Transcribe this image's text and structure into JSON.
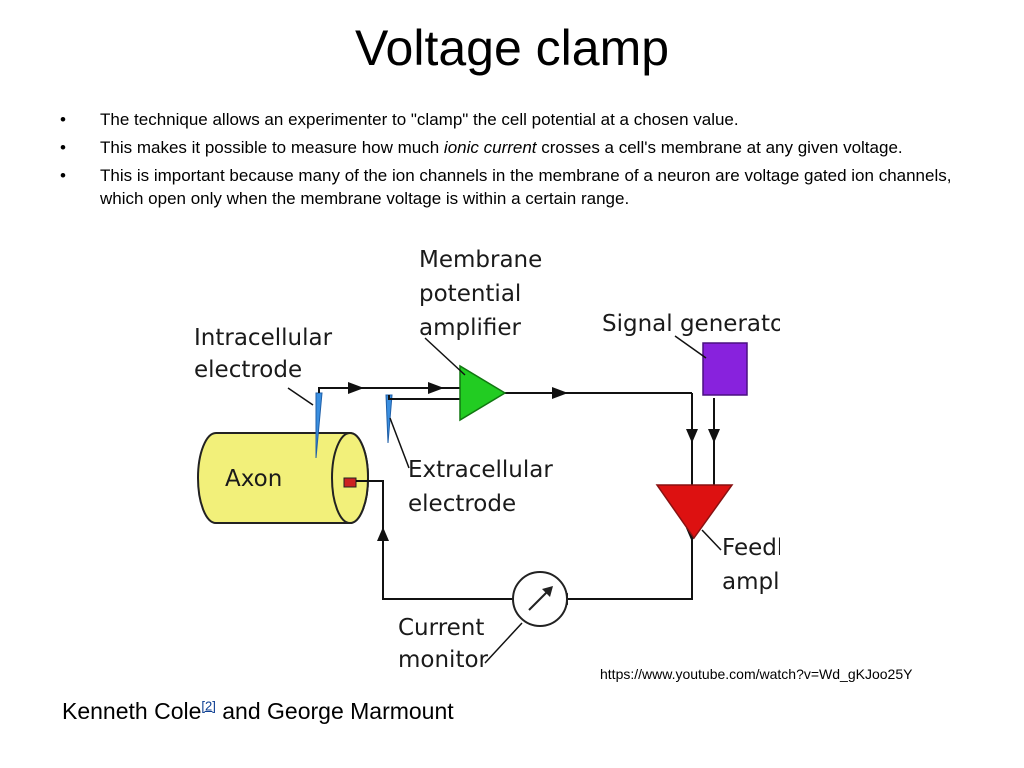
{
  "title": "Voltage clamp",
  "bullets": [
    {
      "pre": "The technique allows an experimenter to \"clamp\" the cell potential at a chosen value.",
      "em": "",
      "post": ""
    },
    {
      "pre": "This makes it possible to measure how much ",
      "em": "ionic current",
      "post": " crosses a cell's membrane at any given voltage."
    },
    {
      "pre": " This is important because many of the ion channels in the membrane of a neuron are voltage gated ion channels, which open only when the membrane voltage is within a certain range.",
      "em": "",
      "post": ""
    }
  ],
  "bullet_glyph": "•",
  "diagram": {
    "labels": {
      "membrane_amp_1": "Membrane",
      "membrane_amp_2": "potential",
      "membrane_amp_3": "amplifier",
      "signal_generator": "Signal generator",
      "intracellular_1": "Intracellular",
      "intracellular_2": "electrode",
      "axon": "Axon",
      "extracellular_1": "Extracellular",
      "extracellular_2": "electrode",
      "feedback_1": "Feedback",
      "feedback_2": "amplifier",
      "current_monitor_1": "Current",
      "current_monitor_2": "monitor"
    },
    "colors": {
      "membrane_amp": "#22cc22",
      "feedback_amp": "#dd1111",
      "signal_generator": "#8822dd",
      "axon": "#f2f07a",
      "electrode": "#3a8fe0",
      "wire": "#111111"
    }
  },
  "url": "https://www.youtube.com/watch?v=Wd_gKJoo25Y",
  "footer": {
    "name1": "Kenneth Cole",
    "ref": "[2]",
    "rest": " and George Marmount"
  }
}
